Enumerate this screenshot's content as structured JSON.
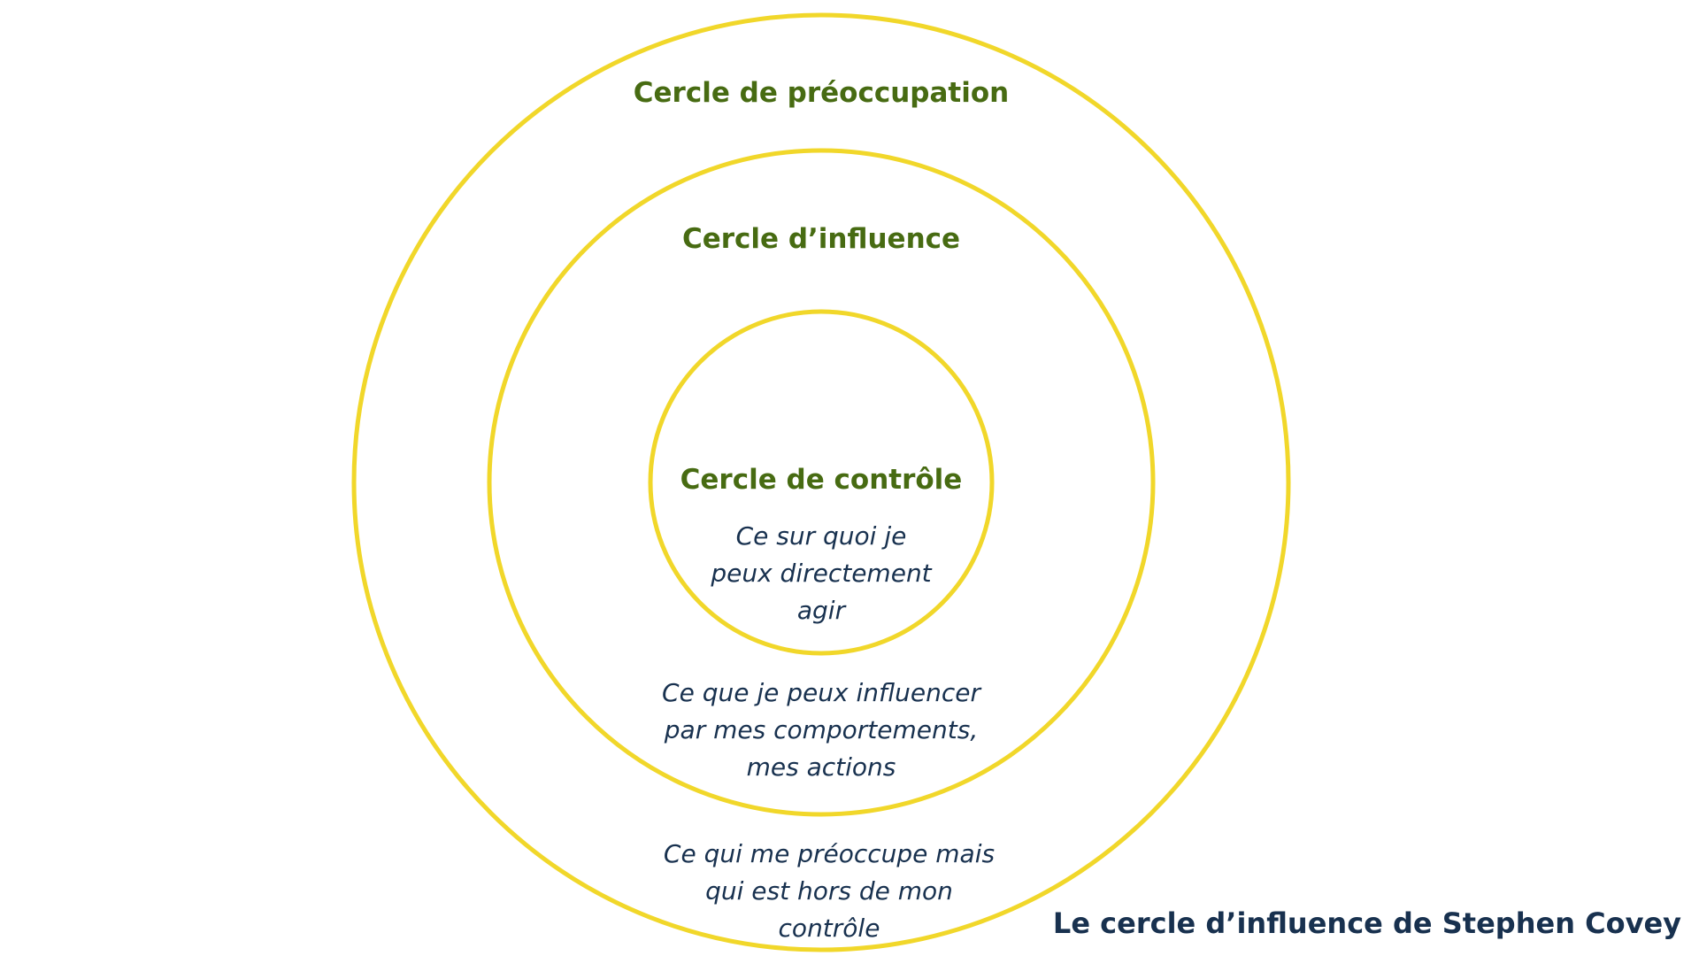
{
  "colors": {
    "ring": "#f1d72a",
    "heading": "#476b12",
    "text": "#18314f",
    "background": "#ffffff"
  },
  "circles": {
    "outer": {
      "title": "Cercle de préoccupation",
      "description": [
        "Ce qui me préoccupe mais",
        "qui est hors de mon",
        "contrôle"
      ]
    },
    "middle": {
      "title": "Cercle d’influence",
      "description": [
        "Ce que je peux influencer",
        "par mes comportements,",
        "mes actions"
      ]
    },
    "inner": {
      "title": "Cercle de contrôle",
      "description": [
        "Ce sur quoi je",
        "peux directement",
        "agir"
      ]
    }
  },
  "caption": "Le cercle d’influence de Stephen Covey"
}
